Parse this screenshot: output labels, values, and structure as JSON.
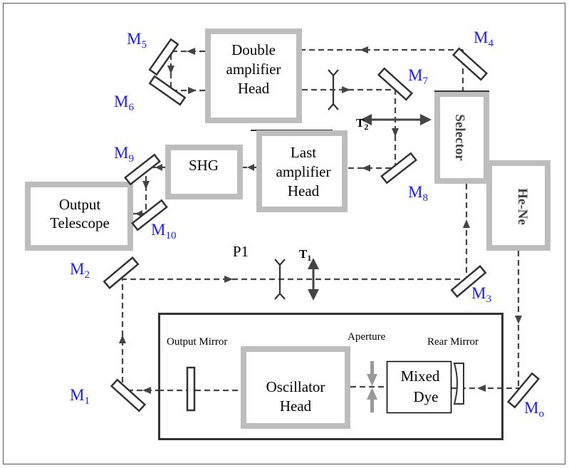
{
  "blocks": {
    "double_amp": [
      "Double",
      "amplifier",
      "Head"
    ],
    "last_amp": [
      "Last",
      "amplifier",
      "Head"
    ],
    "shg": "SHG",
    "telescope": [
      "Output",
      "Telescope"
    ],
    "selector": "Selector",
    "hene": "He-Ne",
    "oscillator": [
      "Oscillator",
      "Head"
    ],
    "dye": [
      "Mixed",
      "Dye"
    ]
  },
  "labels": {
    "output_mirror": "Output Mirror",
    "aperture": "Aperture",
    "rear_mirror": "Rear Mirror",
    "p1": "P1",
    "t1": "T",
    "t1_sub": "1",
    "t2": "T",
    "t2_sub": "2"
  },
  "mirrors": [
    {
      "id": "M",
      "sub": "5"
    },
    {
      "id": "M",
      "sub": "6"
    },
    {
      "id": "M",
      "sub": "4"
    },
    {
      "id": "M",
      "sub": "7"
    },
    {
      "id": "M",
      "sub": "8"
    },
    {
      "id": "M",
      "sub": "9"
    },
    {
      "id": "M",
      "sub": "10"
    },
    {
      "id": "M",
      "sub": "2"
    },
    {
      "id": "M",
      "sub": "3"
    },
    {
      "id": "M",
      "sub": "1"
    },
    {
      "id": "M",
      "sub": "o"
    }
  ],
  "colors": {
    "mirror_label": "#1a1aff",
    "block_border": "#bdbdbd"
  }
}
